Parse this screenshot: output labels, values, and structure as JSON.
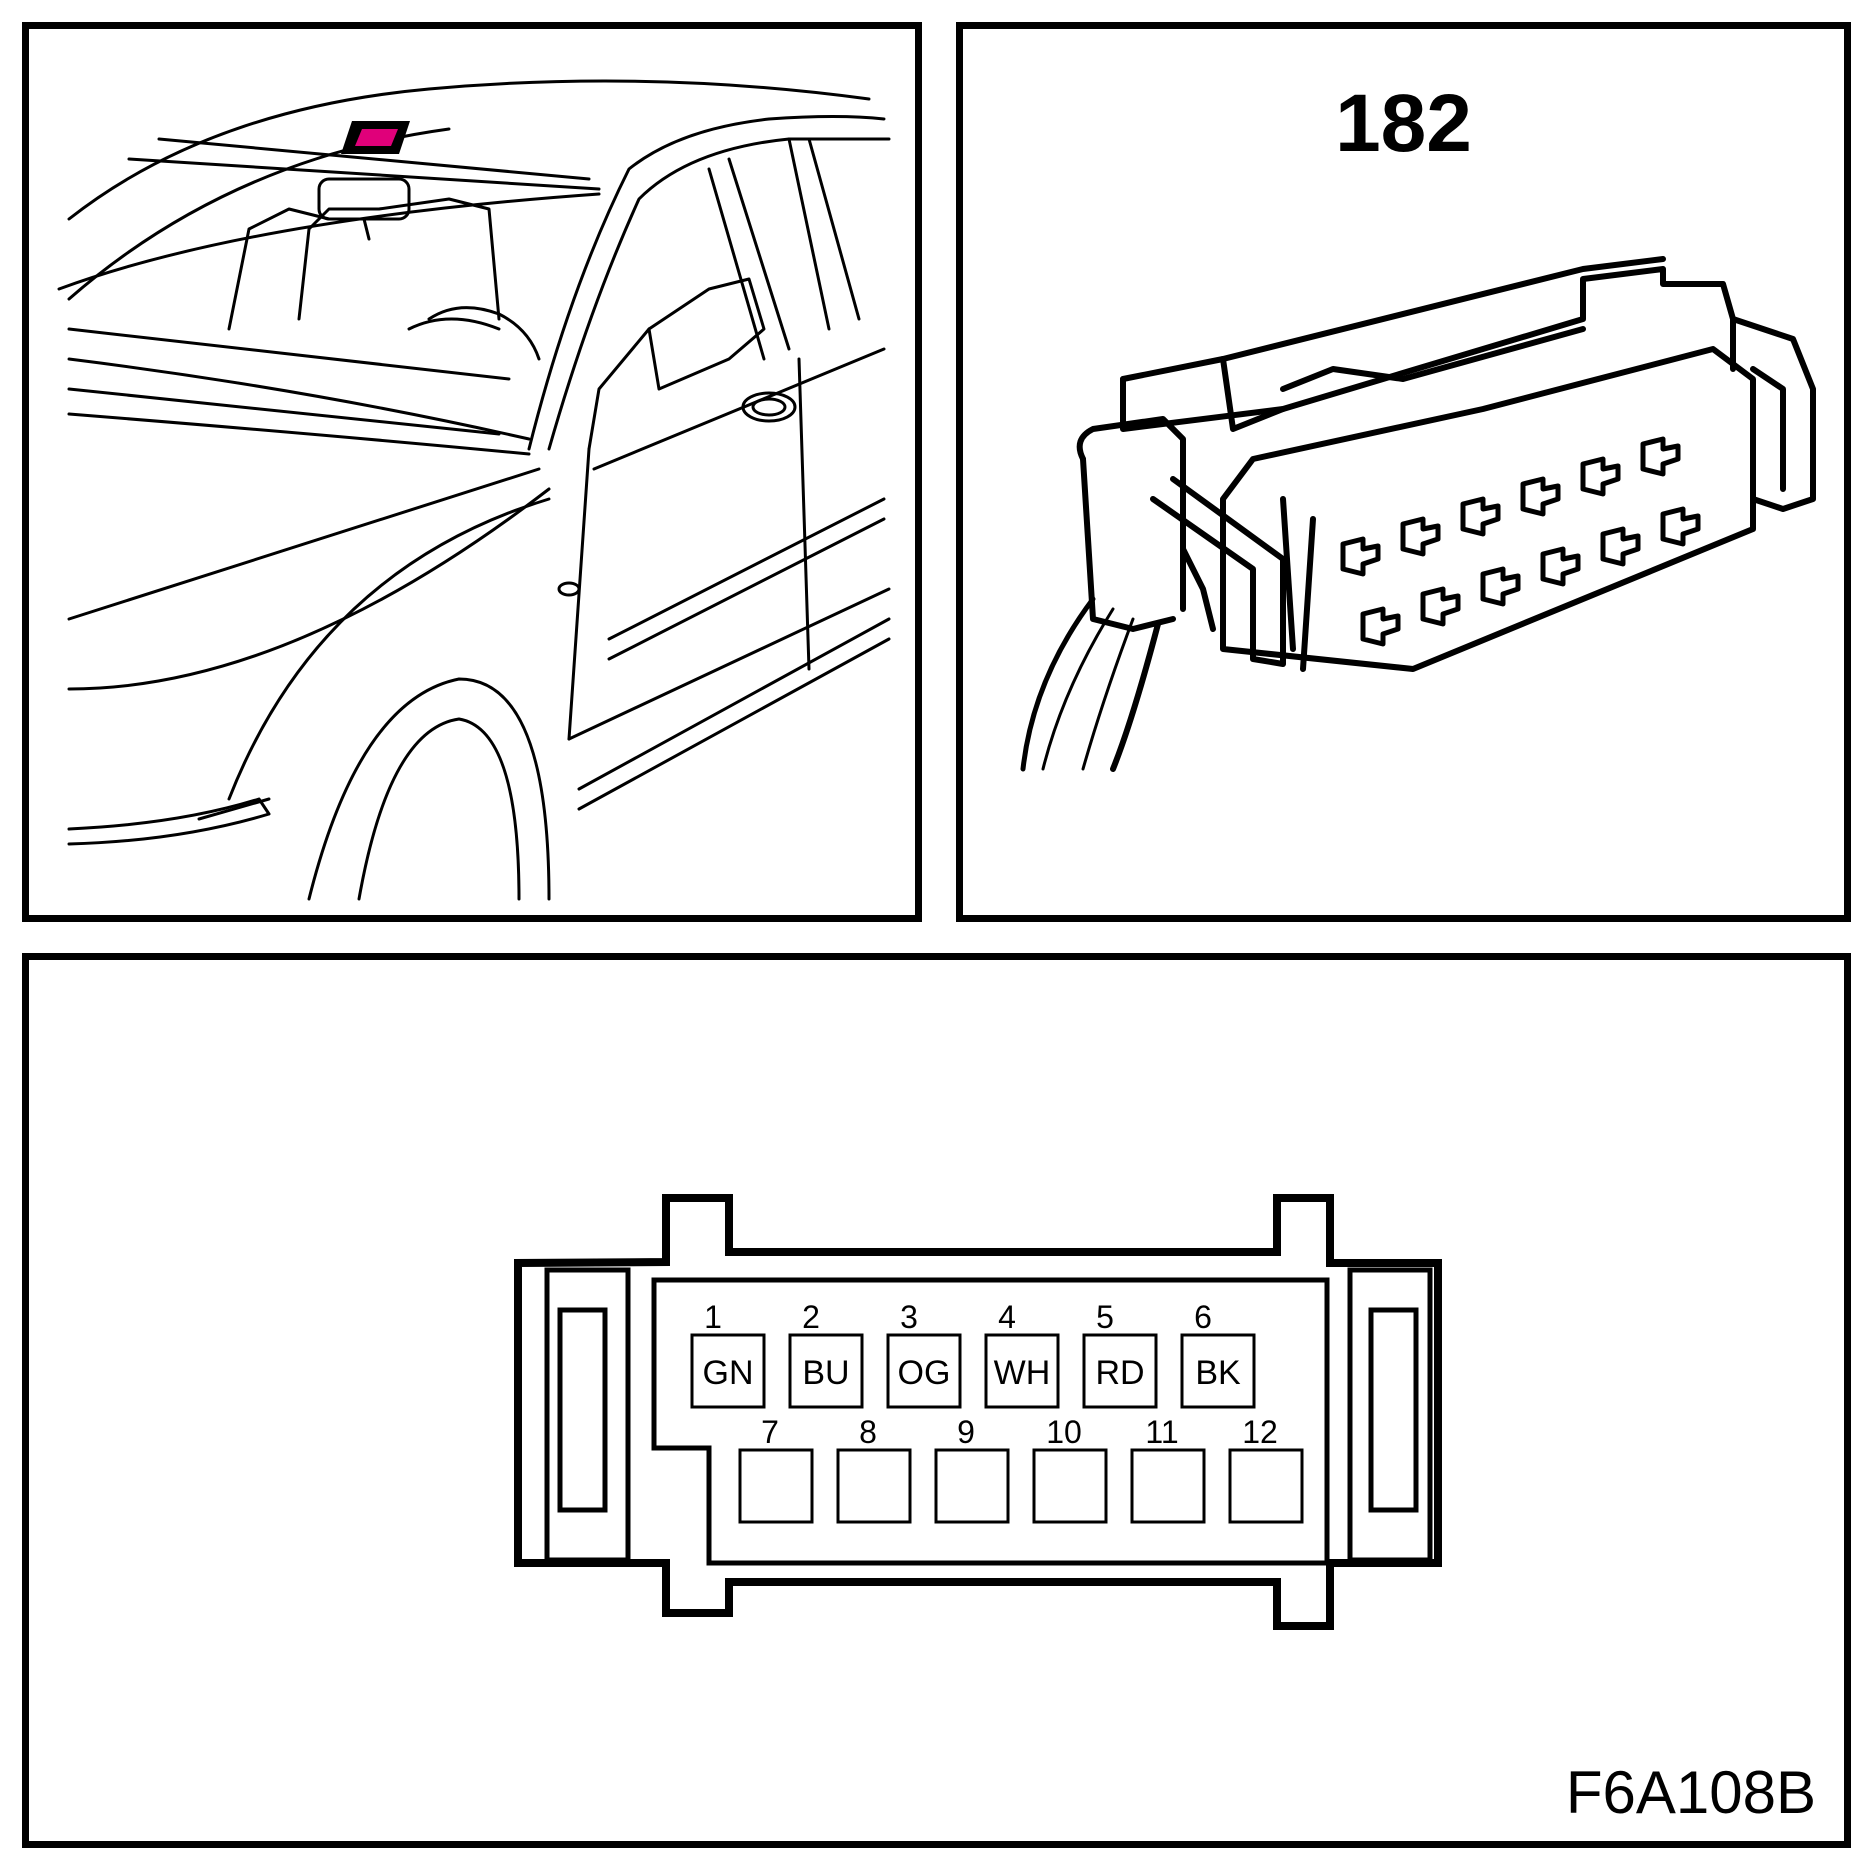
{
  "connector": {
    "number": "182"
  },
  "figure": {
    "code": "F6A108B"
  },
  "location_marker_color": "#e0007a",
  "pins": {
    "top": [
      {
        "number": "1",
        "color": "GN"
      },
      {
        "number": "2",
        "color": "BU"
      },
      {
        "number": "3",
        "color": "OG"
      },
      {
        "number": "4",
        "color": "WH"
      },
      {
        "number": "5",
        "color": "RD"
      },
      {
        "number": "6",
        "color": "BK"
      }
    ],
    "bottom": [
      {
        "number": "7",
        "color": ""
      },
      {
        "number": "8",
        "color": ""
      },
      {
        "number": "9",
        "color": ""
      },
      {
        "number": "10",
        "color": ""
      },
      {
        "number": "11",
        "color": ""
      },
      {
        "number": "12",
        "color": ""
      }
    ]
  }
}
